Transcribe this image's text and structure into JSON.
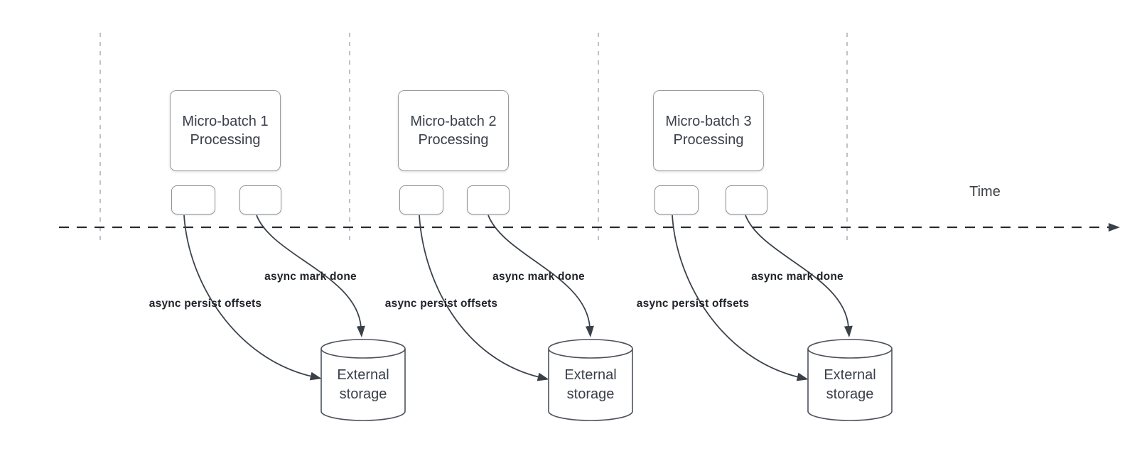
{
  "diagram": {
    "time_axis_label": "Time",
    "colors": {
      "background": "#ffffff",
      "timeline_stroke": "#262b33",
      "guide_line_stroke": "#b0b3b8",
      "shape_border": "#979ca3",
      "curve_stroke": "#3c424c",
      "text_primary": "#3a3f4a",
      "label_bold": "#20242a"
    },
    "groups": [
      {
        "box_label_line1": "Micro-batch 1",
        "box_label_line2": "Processing",
        "persist_label": "async persist offsets",
        "mark_label": "async mark done",
        "storage_line1": "External",
        "storage_line2": "storage"
      },
      {
        "box_label_line1": "Micro-batch 2",
        "box_label_line2": "Processing",
        "persist_label": "async persist offsets",
        "mark_label": "async mark done",
        "storage_line1": "External",
        "storage_line2": "storage"
      },
      {
        "box_label_line1": "Micro-batch 3",
        "box_label_line2": "Processing",
        "persist_label": "async persist offsets",
        "mark_label": "async mark done",
        "storage_line1": "External",
        "storage_line2": "storage"
      }
    ]
  }
}
